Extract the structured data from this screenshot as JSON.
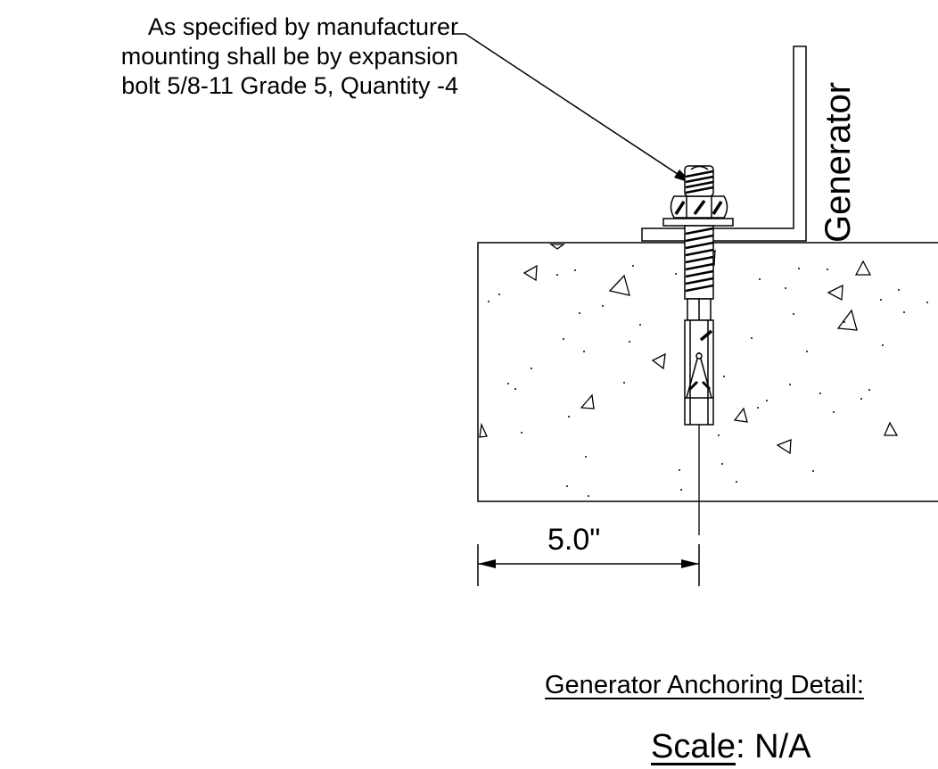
{
  "note": {
    "lines": [
      "As specified by manufacturer",
      "mounting shall be by expansion",
      "bolt  5/8-11 Grade 5, Quantity -4"
    ]
  },
  "label": {
    "vertical": "Generator"
  },
  "dimension": {
    "text": "5.0\""
  },
  "footer": {
    "title": "Generator Anchoring Detail:",
    "scale_word": "Scale",
    "scale_value": ": N/A"
  }
}
